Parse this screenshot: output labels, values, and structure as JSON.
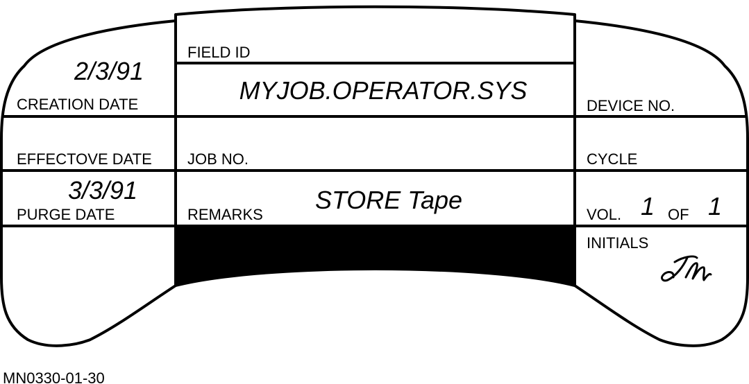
{
  "label": {
    "field_id_label": "FIELD ID",
    "field_id_value": "MYJOB.OPERATOR.SYS",
    "creation_date_value": "2/3/91",
    "creation_date_label": "CREATION DATE",
    "device_no_label": "DEVICE NO.",
    "effective_date_label": "EFFECTOVE DATE",
    "job_no_label": "JOB NO.",
    "cycle_label": "CYCLE",
    "purge_date_value": "3/3/91",
    "purge_date_label": "PURGE DATE",
    "remarks_label": "REMARKS",
    "remarks_value": "STORE Tape",
    "vol_label": "VOL.",
    "vol_value": "1",
    "of_label": "OF",
    "of_value": "1",
    "initials_label": "INITIALS",
    "initials_value": "JM"
  },
  "figure_id": "MN0330-01-30"
}
